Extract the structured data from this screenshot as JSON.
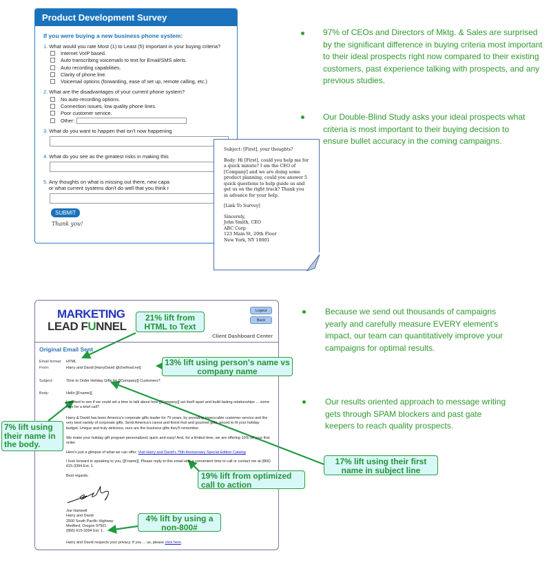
{
  "survey": {
    "title": "Product Development Survey",
    "subtitle": "If you were buying a new business phone system:",
    "q1": {
      "num": "1.",
      "text": "What would you rate Most (1) to Least (5) important in your buying criteria?",
      "options": [
        "Internet VoIP based.",
        "Auto transcribing voicemails to text for Email/SMS alerts.",
        "Auto recording capabilities.",
        "Clarity of phone line.",
        "Voicemail options (forwarding, ease of set up, remote calling, etc.)"
      ]
    },
    "q2": {
      "num": "2.",
      "text": "What are the disadvantages of your current phone system?",
      "options": [
        "No auto-recording options.",
        "Connection issues, low quality phone lines.",
        "Poor customer service.",
        "Other:"
      ]
    },
    "q3": {
      "num": "3.",
      "text": "What do you want to happen that isn't now happening"
    },
    "q4": {
      "num": "4.",
      "text": "What do you see as the greatest risks in making this"
    },
    "q5": {
      "num": "5.",
      "text": "Any thoughts on what is missing out there, new capa",
      "text2": "or what current systems don't do well that you think r"
    },
    "submit": "SUBMIT",
    "thanks": "Thank you!"
  },
  "letter": {
    "subject": "Subject: [First], your thoughts?",
    "body": "Body: Hi [First], could you help me for a quick minute? I am the CEO of [Company] and we are doing some product planning, could you answer 5 quick questions to help guide us and get us on the right track? Thank you in advance for your help.",
    "link": "[Link To Survey]",
    "closing": "Sincerely,",
    "name": "John Smith, CEO",
    "company": "ABC Corp",
    "address": "123 Main St, 20th Floor",
    "city": "New York, NY 10001"
  },
  "bullets_top": [
    "97% of CEOs and Directors of Mktg. & Sales are surprised by the significant difference in buying criteria most important to their ideal prospects right now compared to their existing customers, past experience talking with prospects, and any previous studies.",
    "Our Double-Blind Study asks your ideal prospects what criteria is most important to their buying decision to ensure bullet accuracy in the coming campaigns."
  ],
  "bullets_bottom": [
    "Because we send out thousands of campaigns yearly and carefully measure EVERY element's impact, our team can quantitatively improve your campaigns for optimal results.",
    "Our results oriented approach to message writing gets through SPAM blockers and past gate keepers to reach quality prospects."
  ],
  "email": {
    "logo_line1": "MARKETING",
    "logo_line2a": "LEAD F",
    "logo_line2b": "U",
    "logo_line2c": "NNEL",
    "logout": "Logout",
    "back": "Back",
    "center": "Client Dashboard Center",
    "title": "Original Email Sent",
    "format_label": "Email format:",
    "format": "HTML",
    "from_label": "From:",
    "from": "Harry and David [HarryDavid @chefmail.net]",
    "subject_label": "Subject:",
    "subject": "Time to Order Holiday Gifts for [[Company]] Customers?",
    "body_label": "Body:",
    "greeting": "Hello [[Fname]],",
    "p1": "I wanted to see if we could set a time to talk about how [[Company]] set itself apart and build lasting relationships ... some time for a brief call?",
    "p2": "Harry & David has been America's corporate gifts leader for 75 years, by providing impeccable customer service and the very best variety of corporate gifts. Send America's rarest and finest fruit and gourmet gifts, priced to fit your holiday budget. Unique and truly delicious, ours are the business gifts they'll remember.",
    "p3": "We make your holiday gift program personalized, quick and easy! And, for a limited time, we are offering 10% off your first order.",
    "p4": "Here's just a glimpse of what we can offer:",
    "p4_link": "Visit Harry and David's 75th Anniversary Special Edition Catalog",
    "p5": "I look forward to speaking to you, [[Fname]]. Please reply to this email with a convenient time to call or contact me at (866) 615-3394 Ext. 1.",
    "regards": "Best regards,",
    "sig": [
      "Joe Hartwell",
      "Harry and David",
      "2500 South Pacific Highway",
      "Medford, Oregon 97501",
      "(866) 615-3394 Ext. 1."
    ],
    "privacy": "Harry and David respects your privacy. If you ... us, please",
    "privacy_link": "click here",
    "privacy_end": "."
  },
  "callouts": {
    "c21": "21% lift from HTML to Text",
    "c13": "13% lift using person's name vs company name",
    "c17": "17% lift using their first name in subject line",
    "c7": "7% lift using their name in the body.",
    "c19": "19% lift from optimized call to action",
    "c4": "4% lift by using a non-800#"
  },
  "colors": {
    "survey_blue": "#1a72bb",
    "bullet_green": "#2e9a2e",
    "callout_bg": "#d8f8f8"
  }
}
